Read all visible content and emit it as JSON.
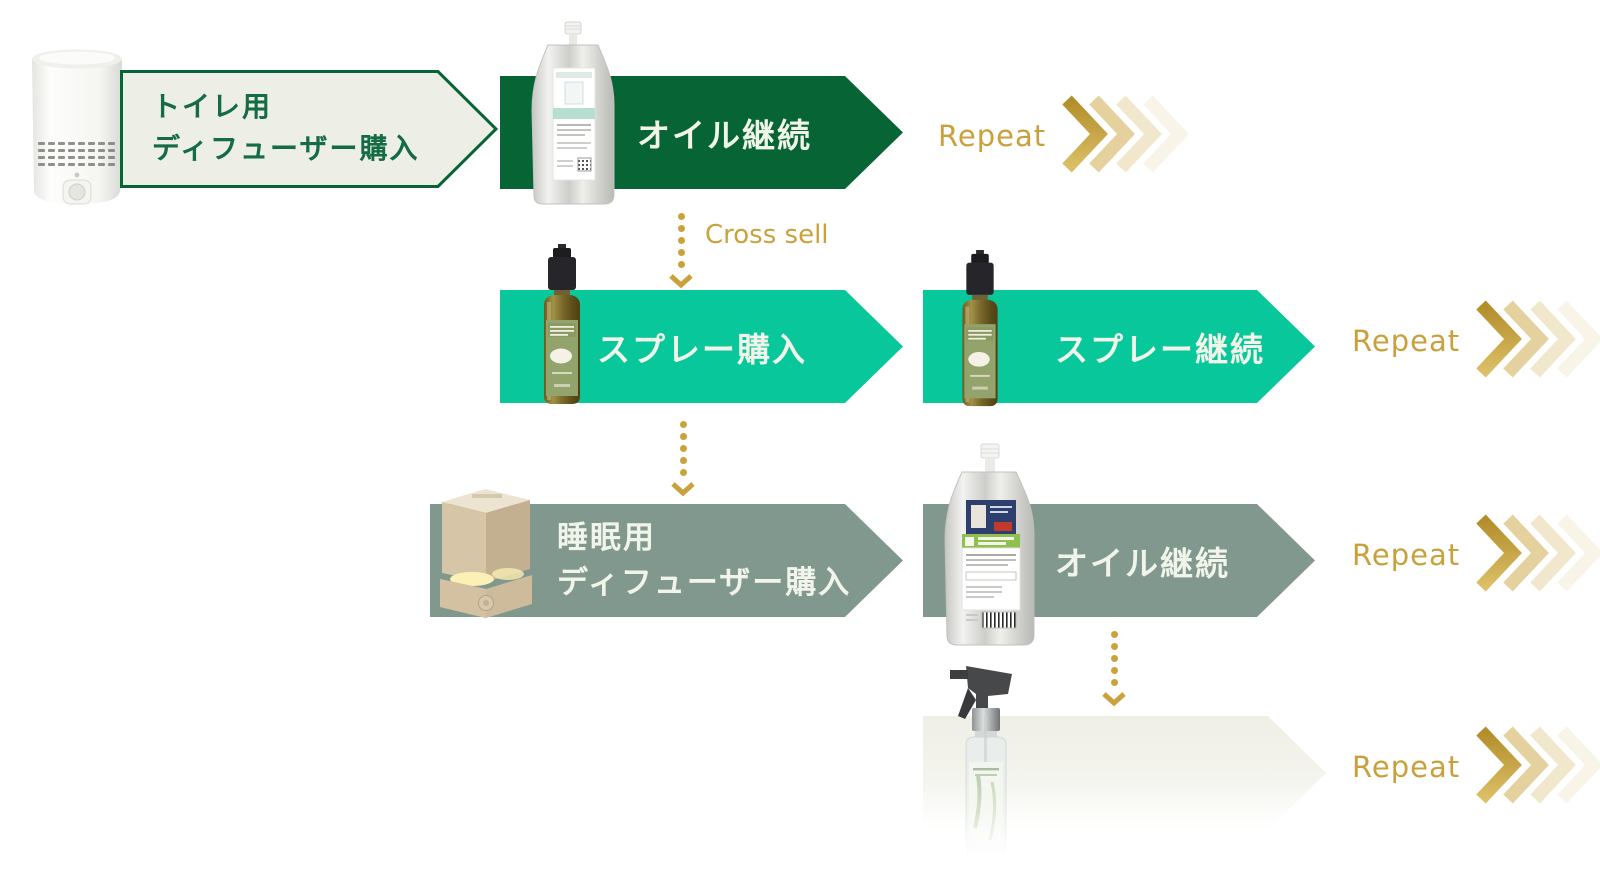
{
  "palette": {
    "dark_green": "#066435",
    "teal": "#08C79A",
    "sage": "#81988F",
    "cream_fill": "#EDEEE6",
    "cream_border": "#066435",
    "gold": "#C9A23B",
    "green_text": "#156B43",
    "banner_text": "#F1F4E8"
  },
  "labels": {
    "repeat": "Repeat",
    "cross_sell": "Cross sell"
  },
  "steps": {
    "toilet_diffuser_purchase": {
      "line1": "トイレ用",
      "line2": "ディフューザー購入"
    },
    "oil_continuation_1": {
      "label": "オイル継続"
    },
    "spray_purchase": {
      "label": "スプレー購入"
    },
    "spray_continuation": {
      "label": "スプレー継続"
    },
    "sleep_diffuser_purchase": {
      "line1": "睡眠用",
      "line2": "ディフューザー購入"
    },
    "oil_continuation_2": {
      "label": "オイル継続"
    }
  },
  "products": {
    "toilet_diffuser": "white-cylinder-diffuser",
    "oil_refill_1": "silver-refill-pouch",
    "mask_spray_1": "amber-spray-bottle",
    "mask_spray_2": "amber-spray-bottle",
    "sleep_diffuser": "champagne-cube-diffuser",
    "oil_refill_2": "silver-refill-pouch-labeled",
    "future_spray": "trigger-spray-bottle"
  }
}
